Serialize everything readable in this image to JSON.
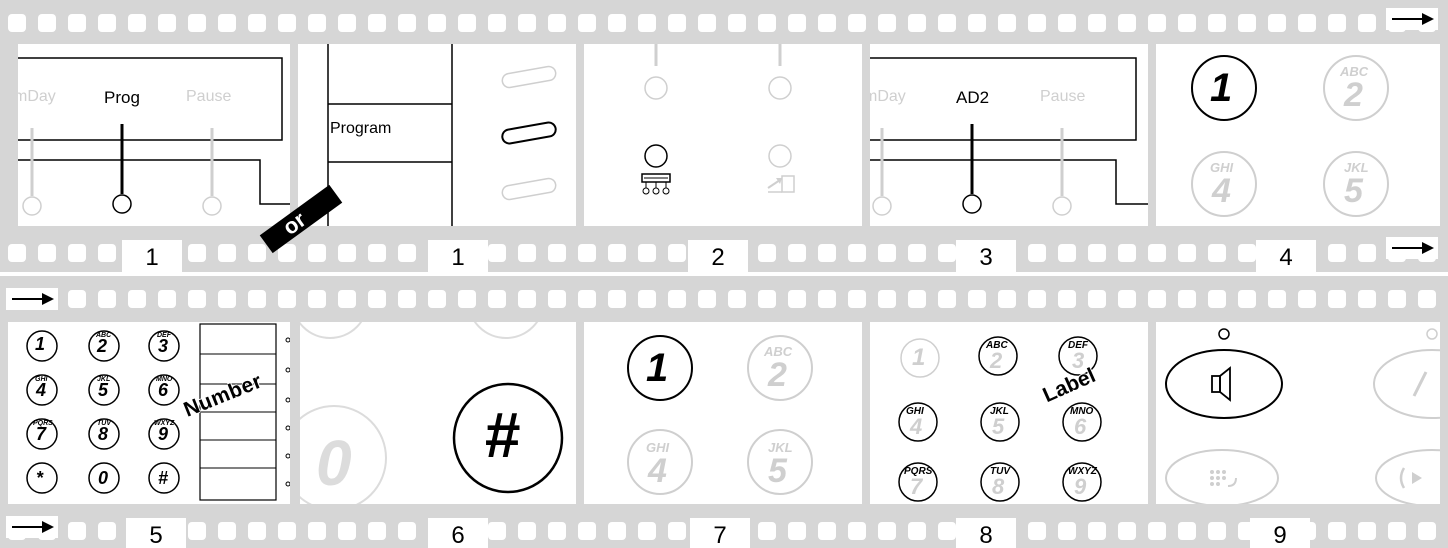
{
  "steps_row1": [
    "1",
    "1",
    "2",
    "3",
    "4"
  ],
  "steps_row2": [
    "5",
    "6",
    "7",
    "8",
    "9"
  ],
  "or_label": "or",
  "frame1": {
    "left": "mDay",
    "center": "Prog",
    "right": "Pause"
  },
  "frame2": {
    "label": "Program"
  },
  "frame4": {
    "left": "mDay",
    "center": "AD2",
    "right": "Pause"
  },
  "frame5": {
    "k1": "1",
    "k2l": "ABC",
    "k2": "2",
    "k4l": "GHI",
    "k4": "4",
    "k5l": "JKL",
    "k5": "5"
  },
  "frame6": {
    "keys": [
      {
        "l": "",
        "d": "1"
      },
      {
        "l": "ABC",
        "d": "2"
      },
      {
        "l": "DEF",
        "d": "3"
      },
      {
        "l": "GHI",
        "d": "4"
      },
      {
        "l": "JKL",
        "d": "5"
      },
      {
        "l": "MNO",
        "d": "6"
      },
      {
        "l": "PQRS",
        "d": "7"
      },
      {
        "l": "TUV",
        "d": "8"
      },
      {
        "l": "WXYZ",
        "d": "9"
      },
      {
        "l": "",
        "d": "*"
      },
      {
        "l": "",
        "d": "0"
      },
      {
        "l": "",
        "d": "#"
      }
    ],
    "stamp": "Number"
  },
  "frame7": {
    "zero": "0",
    "hash": "#"
  },
  "frame8": {
    "k1": "1",
    "k2l": "ABC",
    "k2": "2",
    "k4l": "GHI",
    "k4": "4",
    "k5l": "JKL",
    "k5": "5"
  },
  "frame9": {
    "k1": "1",
    "k2l": "ABC",
    "k2": "2",
    "k3l": "DEF",
    "k3": "3",
    "k4l": "GHI",
    "k4": "4",
    "k5l": "JKL",
    "k5": "5",
    "k6l": "MNO",
    "k6": "6",
    "k7l": "PQRS",
    "k7": "7",
    "k8l": "TUV",
    "k8": "8",
    "k9l": "WXYZ",
    "k9": "9",
    "stamp": "Label"
  },
  "icons": [
    "arrow-right-icon",
    "program-key-icon",
    "conference-icon",
    "transfer-icon",
    "speaker-icon",
    "mute-icon",
    "redial-icon"
  ]
}
